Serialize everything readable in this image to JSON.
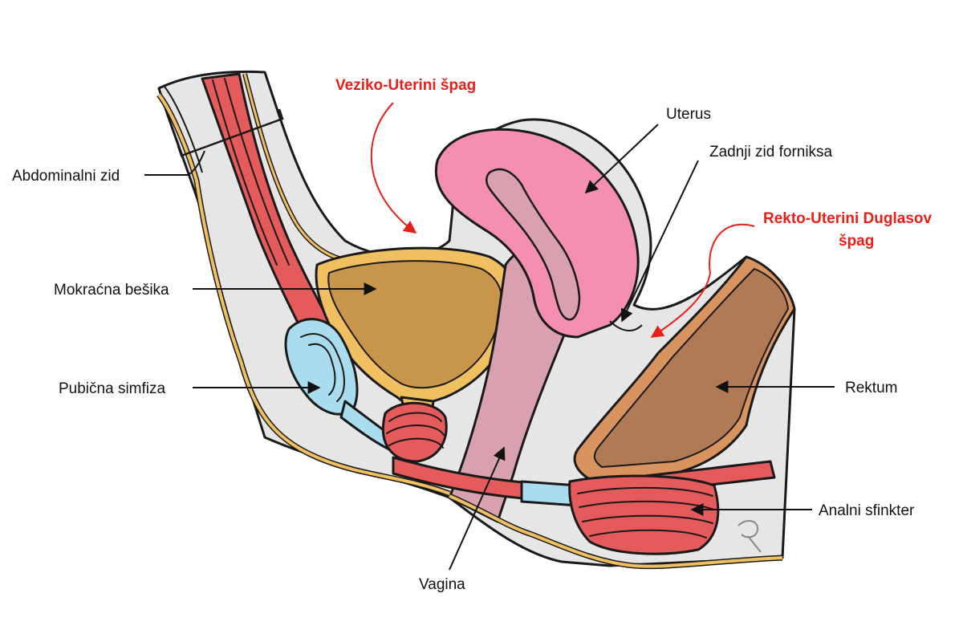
{
  "labels": {
    "abdominal_wall": "Abdominalni zid",
    "bladder": "Mokraćna bešika",
    "pubic_symphysis": "Pubična simfiza",
    "vagina": "Vagina",
    "vesico_uterine_1": "Veziko-Uterini špag",
    "uterus": "Uterus",
    "posterior_fornix": "Zadnji zid forniksa",
    "recto_uterine_1": "Rekto-Uterini Duglasov",
    "recto_uterine_2": "špag",
    "rectum": "Rektum",
    "anal_sphincter": "Analni sfinkter"
  },
  "colors": {
    "highlight_red": "#e8201a",
    "muscle": "#e55a5a",
    "fat": "#f0c060",
    "bladder": "#c8964a",
    "uterus": "#f48fb0",
    "uterine_cavity": "#d9a0b0",
    "vagina": "#d9a0b0",
    "bone": "#a9dcef",
    "rectum": "#b07a55",
    "tissue": "#e6e6e6"
  }
}
